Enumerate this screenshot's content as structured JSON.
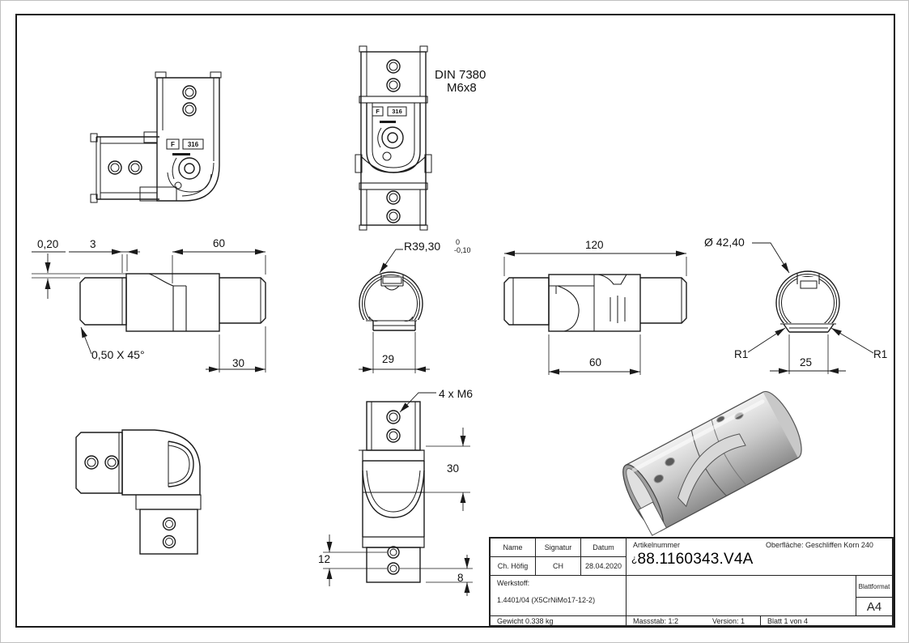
{
  "drawing": {
    "annotations": {
      "din_note_line1": "DIN 7380",
      "din_note_line2": "M6x8",
      "radius_value": "R39,30",
      "radius_tol_upper": "0",
      "radius_tol_lower": "-0,10",
      "diameter_note": "Ø 42,40",
      "chamfer_note": "0,50 X 45°",
      "thread_note": "4 x M6",
      "r1_left": "R1",
      "r1_right": "R1",
      "mark_f": "F",
      "mark_316": "316"
    },
    "dims": {
      "step": "0,20",
      "gap": "3",
      "len60_top": "60",
      "len30_side": "30",
      "width29": "29",
      "len120": "120",
      "len60_bottom": "60",
      "width25": "25",
      "height30": "30",
      "dist12": "12",
      "dist8": "8"
    }
  },
  "title_block": {
    "col_name": "Name",
    "col_signature": "Signatur",
    "col_date": "Datum",
    "name": "Ch. Höfig",
    "signature": "CH",
    "date": "28.04.2020",
    "article_label": "Artikelnummer",
    "article_prefix": "¿",
    "article_number": "88.1160343.V4A",
    "surface": "Oberfläche:  Geschliffen Korn 240",
    "material_label": "Werkstoff:",
    "material": "1.4401/04 (X5CrNiMo17-12-2)",
    "weight": "Gewicht 0.338 kg",
    "scale": "Massstab: 1:2",
    "version": "Version: 1",
    "sheet": "Blatt 1 von 4",
    "format_label": "Blattformat",
    "format": "A4"
  }
}
